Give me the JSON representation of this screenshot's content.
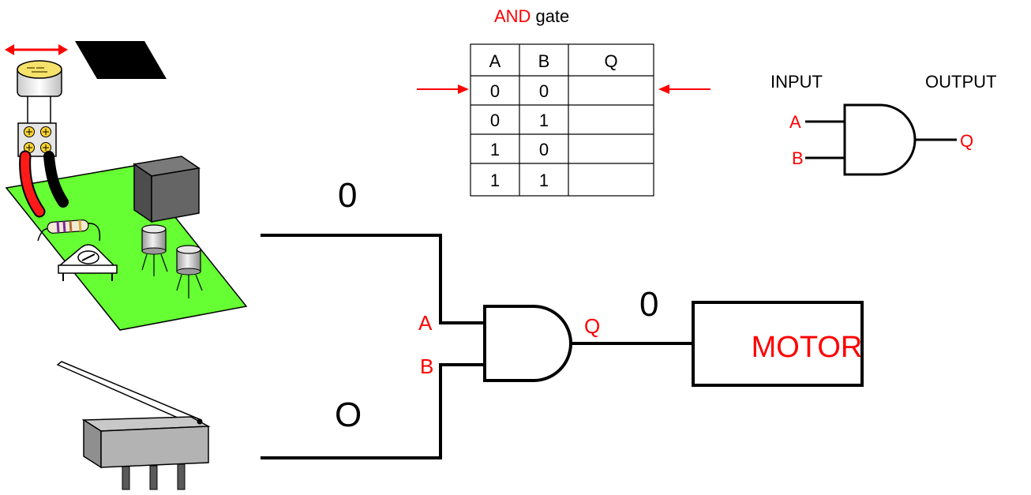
{
  "table": {
    "title_gate": "AND",
    "title_word": "gate",
    "headers": [
      "A",
      "B",
      "Q"
    ],
    "rows": [
      [
        "0",
        "0",
        ""
      ],
      [
        "0",
        "1",
        ""
      ],
      [
        "1",
        "0",
        ""
      ],
      [
        "1",
        "1",
        ""
      ]
    ]
  },
  "symbol": {
    "input_label": "INPUT",
    "output_label": "OUTPUT",
    "a": "A",
    "b": "B",
    "q": "Q"
  },
  "circuit": {
    "input_a_value": "0",
    "input_b_value": "O",
    "output_value": "0",
    "label_a": "A",
    "label_b": "B",
    "label_q": "Q",
    "motor_label": "MOTOR"
  },
  "colors": {
    "accent": "#ff0000",
    "board": "#66ff33",
    "ink": "#000000"
  }
}
